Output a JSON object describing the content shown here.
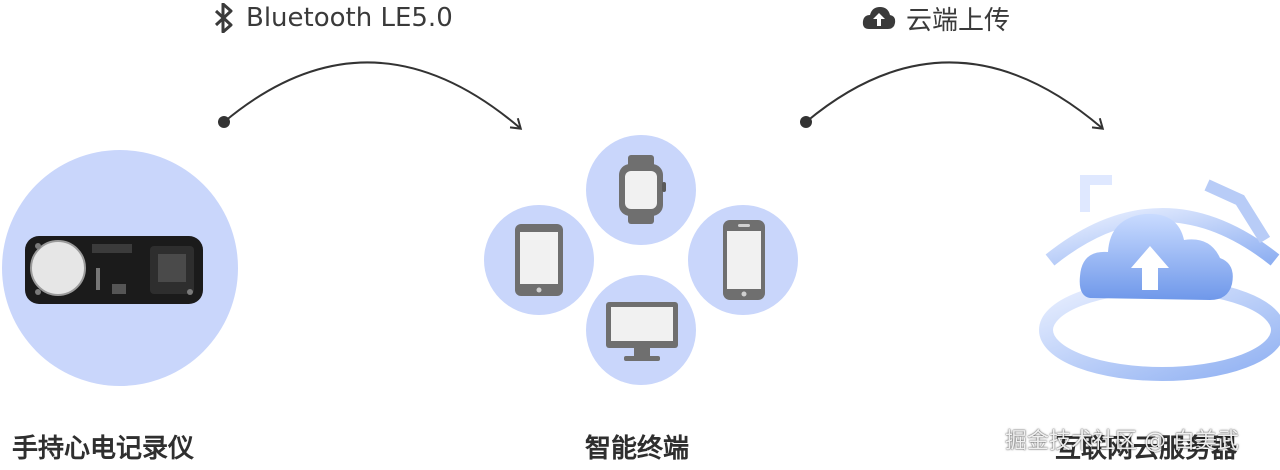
{
  "links": [
    {
      "icon": "bluetooth-icon",
      "label": "Bluetooth LE5.0"
    },
    {
      "icon": "cloud-upload-icon",
      "label": "云端上传"
    }
  ],
  "nodes": [
    {
      "label": "手持心电记录仪"
    },
    {
      "label": "智能终端"
    },
    {
      "label": "互联网云服务器"
    }
  ],
  "terminal_devices": [
    "smartwatch-icon",
    "tablet-icon",
    "smartphone-icon",
    "desktop-monitor-icon"
  ],
  "watermark": "掘金技术社区 @ 白美武",
  "colors": {
    "circle_fill": "#c9d6fb",
    "device_gray": "#6f6f6f",
    "screen": "#f1f1f1",
    "arrow": "#333333",
    "cloud_blue": "#7fa7ee"
  }
}
